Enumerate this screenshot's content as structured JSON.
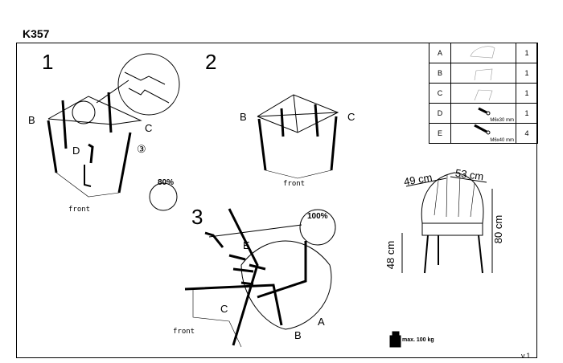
{
  "title": "K357",
  "steps": [
    "1",
    "2",
    "3"
  ],
  "step1": {
    "label_b": "B",
    "label_c": "C",
    "label_d": "D",
    "marker": "③",
    "front": "front",
    "tighten": "80%"
  },
  "step2": {
    "label_b": "B",
    "label_c": "C",
    "front": "front"
  },
  "step3": {
    "label_e": "E",
    "label_c": "C",
    "label_b": "B",
    "label_a": "A",
    "front": "front",
    "tighten": "100%"
  },
  "parts": [
    {
      "id": "A",
      "qty": "1",
      "size": ""
    },
    {
      "id": "B",
      "qty": "1",
      "size": ""
    },
    {
      "id": "C",
      "qty": "1",
      "size": ""
    },
    {
      "id": "D",
      "qty": "1",
      "size": "M6x30 mm"
    },
    {
      "id": "E",
      "qty": "4",
      "size": "M6x40 mm"
    }
  ],
  "dimensions": {
    "depth": "49 cm",
    "width": "53 cm",
    "height": "80 cm",
    "seat_height": "48 cm"
  },
  "max_load": "max. 100 kg",
  "version": "v.1"
}
